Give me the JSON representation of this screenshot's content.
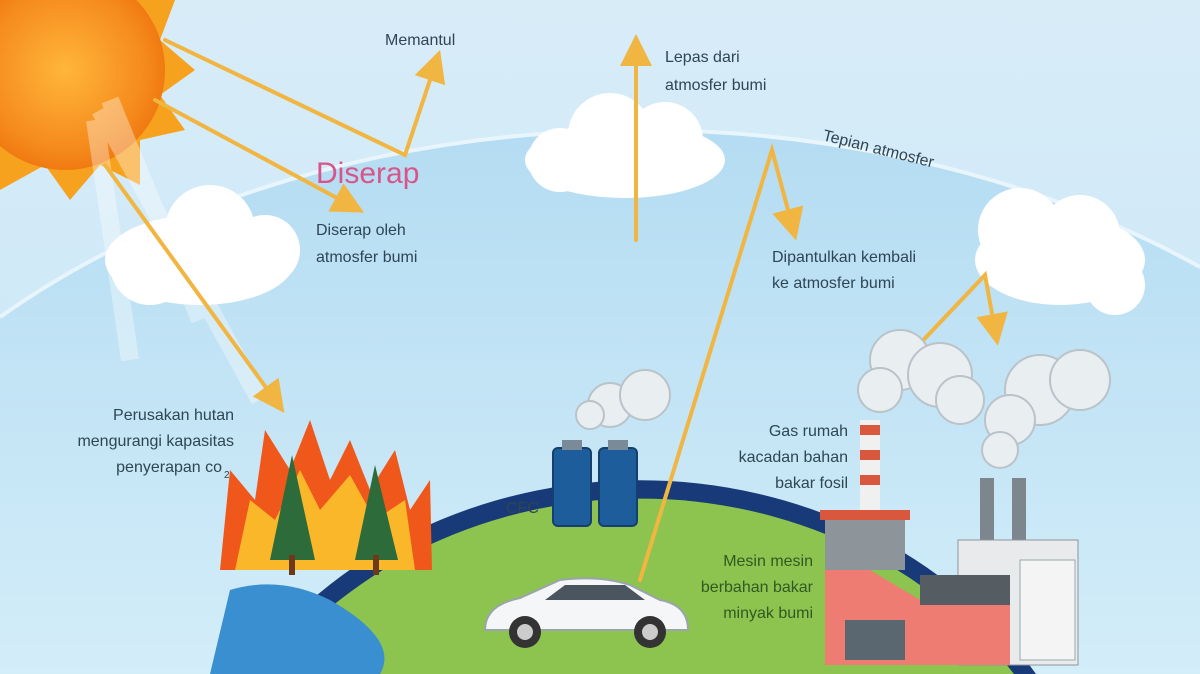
{
  "title": "Efek rumah kaca",
  "labels": {
    "memantul": "Memantul",
    "lepas": [
      "Lepas dari",
      "atmosfer bumi"
    ],
    "tepian": "Tepian atmosfer",
    "diserap": "Diserap",
    "diserap_oleh": [
      "Diserap oleh",
      "atmosfer bumi"
    ],
    "dipantulkan": [
      "Dipantulkan kembali",
      "ke atmosfer bumi"
    ],
    "perusakan": [
      "Perusakan hutan",
      "mengurangi kapasitas",
      "penyerapan co",
      "2"
    ],
    "cfc": "CFC",
    "gas": [
      "Gas rumah",
      "kacadan bahan",
      "bakar fosil"
    ],
    "mesin": [
      "Mesin mesin",
      "berbahan bakar",
      "minyak bumi"
    ]
  },
  "colors": {
    "sky": "#bfe2f5",
    "atmosphere": "#d9eef9",
    "earth_rim": "#183a78",
    "land": "#8cc44f",
    "water": "#3a8fd0",
    "arrow": "#f1b542",
    "accent_text": "#d8558a"
  }
}
